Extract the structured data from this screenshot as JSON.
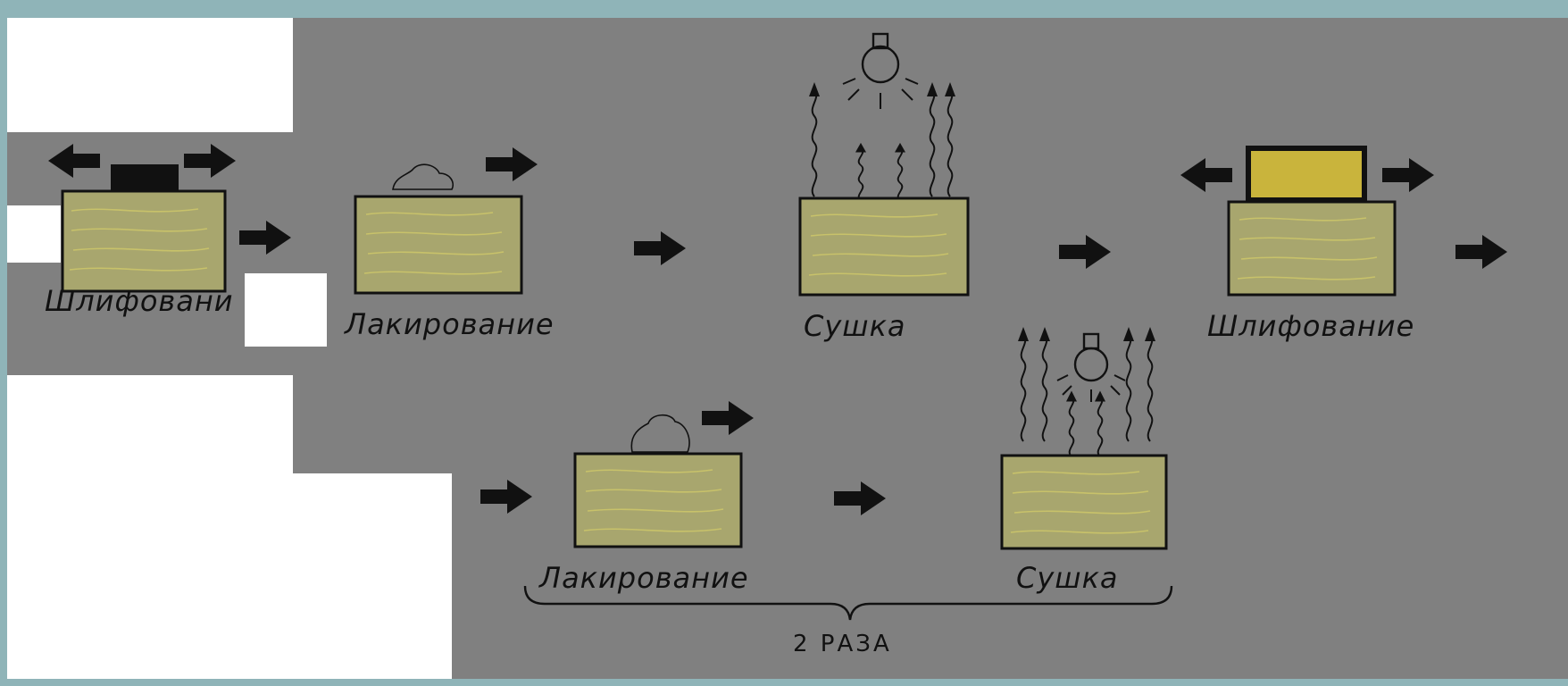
{
  "diagram": {
    "steps_row1": [
      {
        "label": "Шлифовани",
        "action": "sanding"
      },
      {
        "label": "Лакирование",
        "action": "varnishing"
      },
      {
        "label": "Сушка",
        "action": "drying"
      },
      {
        "label": "Шлифование",
        "action": "sanding"
      }
    ],
    "steps_row2": [
      {
        "label": "Лакирование",
        "action": "varnishing"
      },
      {
        "label": "Сушка",
        "action": "drying"
      }
    ],
    "repeat_label": "2 РАЗА"
  },
  "colors": {
    "frame": "#8fb4b8",
    "panel": "#808080",
    "wood": "#a8a66e",
    "wood_grain": "#c8c26a",
    "ink": "#111111",
    "mask": "#ffffff",
    "sanding_pad": "#c9b43c"
  }
}
